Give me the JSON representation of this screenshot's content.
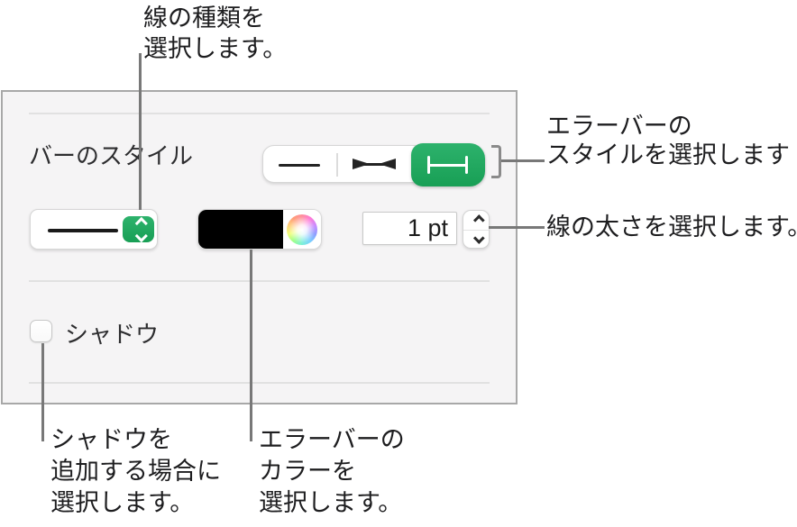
{
  "panel": {
    "bar_style_label": "バーのスタイル",
    "shadow_label": "シャドウ",
    "line_weight": {
      "value": "1 pt"
    },
    "segmented": {
      "segments": [
        {
          "icon": "plain-line-icon",
          "selected": false
        },
        {
          "icon": "inward-arrow-caps-line-icon",
          "selected": false
        },
        {
          "icon": "bar-caps-line-icon",
          "selected": true
        }
      ]
    },
    "color_well": {
      "color": "#000000"
    },
    "shadow_checkbox": {
      "checked": false
    },
    "colors": {
      "accent_green": "#1fa75d",
      "panel_background": "#f5f4f5"
    }
  },
  "callouts": {
    "line_type": [
      "線の種類を",
      "選択します。"
    ],
    "error_bar_style": [
      "エラーバーの",
      "スタイルを選択します"
    ],
    "line_weight": [
      "線の太さを選択します。"
    ],
    "shadow": [
      "シャドウを",
      "追加する場合に",
      "選択します。"
    ],
    "error_bar_color": [
      "エラーバーの",
      "カラーを",
      "選択します。"
    ]
  }
}
